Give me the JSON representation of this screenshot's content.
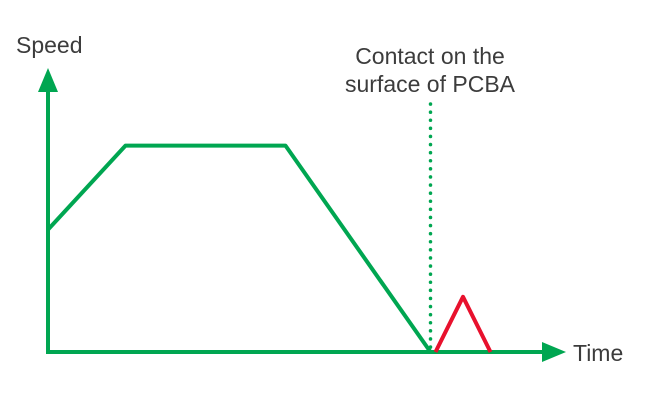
{
  "labels": {
    "ylabel": "Speed",
    "xlabel": "Time",
    "annotation_line1": "Contact on the",
    "annotation_line2": "surface of PCBA"
  },
  "colors": {
    "axis": "#00A651",
    "profile": "#00A651",
    "bounce": "#E8112D",
    "dashed": "#00A651",
    "text": "#3C3C3C"
  },
  "chart_data": {
    "type": "line",
    "title": "",
    "xlabel": "Time",
    "ylabel": "Speed",
    "x_range": [
      0,
      10
    ],
    "y_range": [
      0,
      100
    ],
    "grid": false,
    "legend": false,
    "annotations": [
      {
        "text": "Contact on the surface of PCBA",
        "x": 7.65,
        "style": "dotted-vertical-line"
      }
    ],
    "contact_line_x": 7.65,
    "series": [
      {
        "name": "speed_profile",
        "color": "#00A651",
        "points": [
          [
            0,
            51
          ],
          [
            1.55,
            86
          ],
          [
            4.75,
            86
          ],
          [
            7.65,
            0
          ]
        ]
      },
      {
        "name": "contact_bounce",
        "color": "#E8112D",
        "points": [
          [
            7.75,
            0
          ],
          [
            8.3,
            23
          ],
          [
            8.85,
            0
          ]
        ]
      }
    ]
  }
}
